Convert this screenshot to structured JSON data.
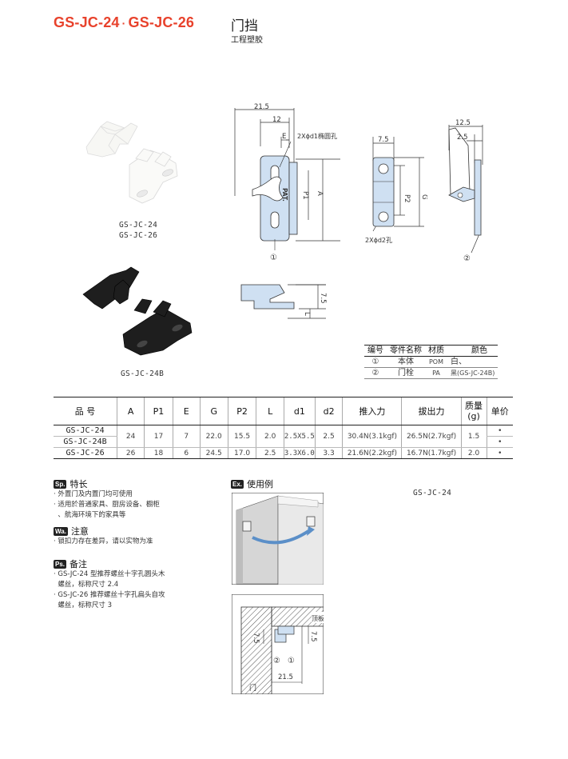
{
  "header": {
    "model_a": "GS-JC-24",
    "separator": "·",
    "model_b": "GS-JC-26",
    "title_cn": "门挡",
    "subtitle": "工程塑胶"
  },
  "photos": {
    "white_label_1": "GS-JC-24",
    "white_label_2": "GS-JC-26",
    "black_label": "GS-JC-24B"
  },
  "drawing": {
    "dim_21_5": "21.5",
    "dim_12": "12",
    "dim_E": "E",
    "hole_note": "2Xϕd1椭圆孔",
    "pat": "PAT.",
    "dim_P1": "P1",
    "dim_A": "A",
    "circle1": "①",
    "dim_7_5": "7.5",
    "dim_P2": "P2",
    "dim_G": "G",
    "hole_note2": "2Xϕd2孔",
    "dim_12_5": "12.5",
    "dim_2_5": "2.5",
    "circle2": "②",
    "dim_side_7_5": "7.5",
    "dim_L": "L"
  },
  "parts_table": {
    "headers": [
      "编号",
      "零件名称",
      "材质",
      "颜色"
    ],
    "rows": [
      [
        "①",
        "本体",
        "POM",
        "白、"
      ],
      [
        "②",
        "门栓",
        "PA",
        "黑(GS-JC-24B)"
      ]
    ]
  },
  "spec_table": {
    "headers": [
      "品  号",
      "A",
      "P1",
      "E",
      "G",
      "P2",
      "L",
      "d1",
      "d2",
      "推入力",
      "拔出力",
      "质量\n(g)",
      "单价"
    ],
    "group_24": {
      "models": [
        "GS-JC-24",
        "GS-JC-24B"
      ],
      "values": [
        "24",
        "17",
        "7",
        "22.0",
        "15.5",
        "2.0",
        "2.5X5.5",
        "2.5",
        "30.4N(3.1kgf)",
        "26.5N(2.7kgf)",
        "1.5"
      ],
      "prices": [
        "•",
        "•"
      ]
    },
    "row_26": {
      "model": "GS-JC-26",
      "values": [
        "26",
        "18",
        "6",
        "24.5",
        "17.0",
        "2.5",
        "3.3X6.0",
        "3.3",
        "21.6N(2.2kgf)",
        "16.7N(1.7kgf)",
        "2.0"
      ],
      "price": "•"
    }
  },
  "features": {
    "badge": "Sp.",
    "title": "特长",
    "lines": [
      "· 外置门及内置门均可使用",
      "· 适用於普通家具、厨房设备、橱柜",
      "  、航海环境下的家具等"
    ]
  },
  "caution": {
    "badge": "Wa.",
    "title": "注意",
    "lines": [
      "· 锁扣力存在差异，请以实物为准"
    ]
  },
  "remarks": {
    "badge": "Ps.",
    "title": "备注",
    "lines": [
      "· GS-JC-24 型推荐螺丝十字孔圆头木",
      "  螺丝，标称尺寸 2.4",
      "· GS-JC-26 推荐螺丝十字孔扁头自攻",
      "  螺丝，标称尺寸 3"
    ]
  },
  "example": {
    "badge": "Ex.",
    "title": "使用例",
    "model": "GS-JC-24",
    "top_plate": "顶板",
    "door": "门",
    "dim_7_5a": "7.5",
    "dim_7_5b": "7.5",
    "dim_21_5": "21.5",
    "c2": "②",
    "c1": "①"
  },
  "colors": {
    "brand_red": "#e8422c",
    "drawing_blue": "#cfe0f2",
    "arrow_blue": "#5b8fc8"
  }
}
